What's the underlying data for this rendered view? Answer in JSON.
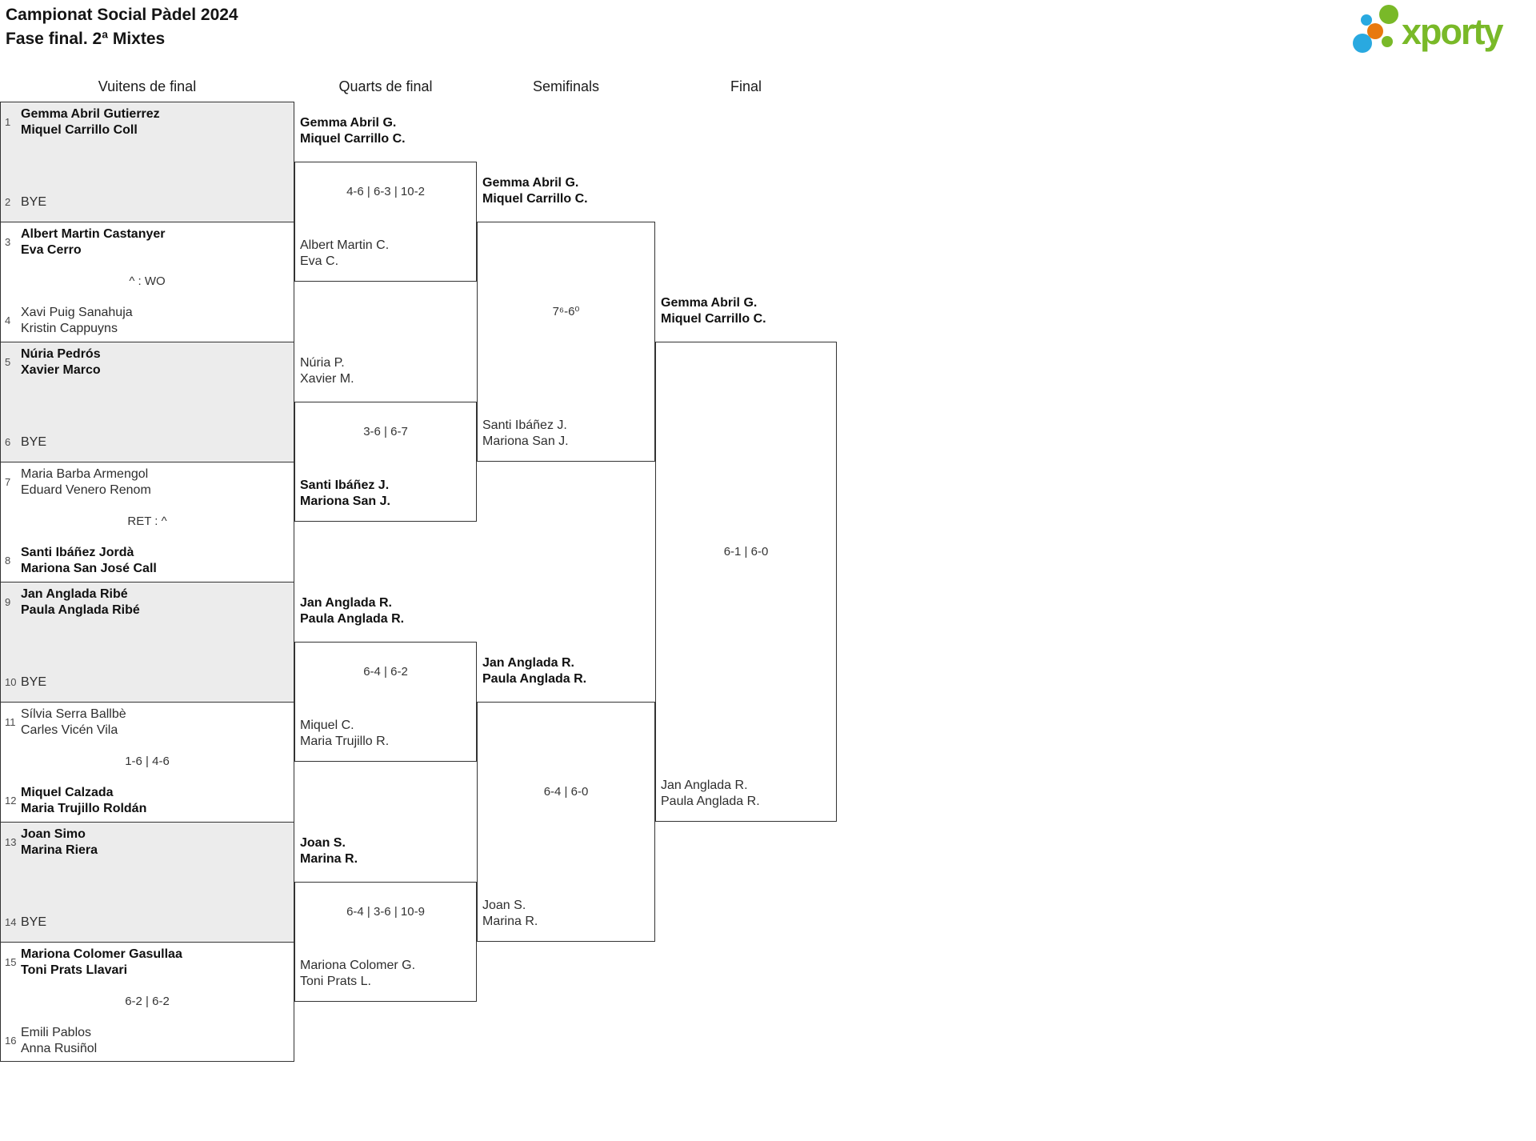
{
  "page": {
    "title_line1": "Campionat Social Pàdel 2024",
    "title_line2": "Fase final. 2ª Mixtes"
  },
  "logo": {
    "text": "xporty",
    "green": "#79b928",
    "blue": "#29a9e0",
    "orange": "#e8790e"
  },
  "round_headers": [
    "Vuitens de final",
    "Quarts de final",
    "Semifinals",
    "Final"
  ],
  "colors": {
    "border": "#333333",
    "bye_fill": "#ececec",
    "winner_text": "#101010",
    "loser_text": "#2e2e2e"
  },
  "bracket": {
    "r16": [
      {
        "seed_top": "1",
        "top": [
          "Gemma Abril Gutierrez",
          "Miquel Carrillo Coll"
        ],
        "top_winner": true,
        "seed_bottom": "2",
        "bottom": [
          "BYE"
        ],
        "bottom_winner": false,
        "bye": true,
        "score": ""
      },
      {
        "seed_top": "3",
        "top": [
          "Albert Martin Castanyer",
          "Eva Cerro"
        ],
        "top_winner": true,
        "seed_bottom": "4",
        "bottom": [
          "Xavi Puig Sanahuja",
          "Kristin Cappuyns"
        ],
        "bottom_winner": false,
        "bye": false,
        "score": "^ : WO"
      },
      {
        "seed_top": "5",
        "top": [
          "Núria Pedrós",
          "Xavier Marco"
        ],
        "top_winner": true,
        "seed_bottom": "6",
        "bottom": [
          "BYE"
        ],
        "bottom_winner": false,
        "bye": true,
        "score": ""
      },
      {
        "seed_top": "7",
        "top": [
          "Maria Barba Armengol",
          "Eduard Venero Renom"
        ],
        "top_winner": false,
        "seed_bottom": "8",
        "bottom": [
          "Santi Ibáñez Jordà",
          "Mariona San José Call"
        ],
        "bottom_winner": true,
        "bye": false,
        "score": "RET : ^"
      },
      {
        "seed_top": "9",
        "top": [
          "Jan Anglada Ribé",
          "Paula Anglada Ribé"
        ],
        "top_winner": true,
        "seed_bottom": "10",
        "bottom": [
          "BYE"
        ],
        "bottom_winner": false,
        "bye": true,
        "score": ""
      },
      {
        "seed_top": "11",
        "top": [
          "Sílvia Serra Ballbè",
          "Carles Vicén Vila"
        ],
        "top_winner": false,
        "seed_bottom": "12",
        "bottom": [
          "Miquel Calzada",
          "Maria Trujillo Roldán"
        ],
        "bottom_winner": true,
        "bye": false,
        "score": "1-6 | 4-6"
      },
      {
        "seed_top": "13",
        "top": [
          "Joan Simo",
          "Marina Riera"
        ],
        "top_winner": true,
        "seed_bottom": "14",
        "bottom": [
          "BYE"
        ],
        "bottom_winner": false,
        "bye": true,
        "score": ""
      },
      {
        "seed_top": "15",
        "top": [
          "Mariona Colomer Gasullaa",
          "Toni Prats Llavari"
        ],
        "top_winner": true,
        "seed_bottom": "16",
        "bottom": [
          "Emili Pablos",
          "Anna Rusiñol"
        ],
        "bottom_winner": false,
        "bye": false,
        "score": "6-2 | 6-2"
      }
    ],
    "qf": [
      {
        "top": [
          "Gemma Abril G.",
          "Miquel Carrillo C."
        ],
        "top_winner": true,
        "bottom": [
          "Albert Martin C.",
          "Eva C."
        ],
        "bottom_winner": false,
        "score": "4-6 | 6-3 | 10-2"
      },
      {
        "top": [
          "Núria P.",
          "Xavier M."
        ],
        "top_winner": false,
        "bottom": [
          "Santi Ibáñez J.",
          "Mariona San J."
        ],
        "bottom_winner": true,
        "score": "3-6 | 6-7"
      },
      {
        "top": [
          "Jan Anglada R.",
          "Paula Anglada R."
        ],
        "top_winner": true,
        "bottom": [
          "Miquel C.",
          "Maria Trujillo R."
        ],
        "bottom_winner": false,
        "score": "6-4 | 6-2"
      },
      {
        "top": [
          "Joan S.",
          "Marina R."
        ],
        "top_winner": true,
        "bottom": [
          "Mariona Colomer G.",
          "Toni Prats L."
        ],
        "bottom_winner": false,
        "score": "6-4 | 3-6 | 10-9"
      }
    ],
    "sf": [
      {
        "top": [
          "Gemma Abril G.",
          "Miquel Carrillo C."
        ],
        "top_winner": true,
        "bottom": [
          "Santi Ibáñez J.",
          "Mariona San J."
        ],
        "bottom_winner": false,
        "score": "7⁶-6⁰"
      },
      {
        "top": [
          "Jan Anglada R.",
          "Paula Anglada R."
        ],
        "top_winner": true,
        "bottom": [
          "Joan S.",
          "Marina R."
        ],
        "bottom_winner": false,
        "score": "6-4 | 6-0"
      }
    ],
    "final": [
      {
        "top": [
          "Gemma Abril G.",
          "Miquel Carrillo C."
        ],
        "top_winner": true,
        "bottom": [
          "Jan Anglada R.",
          "Paula Anglada R."
        ],
        "bottom_winner": false,
        "score": "6-1 | 6-0"
      }
    ]
  }
}
